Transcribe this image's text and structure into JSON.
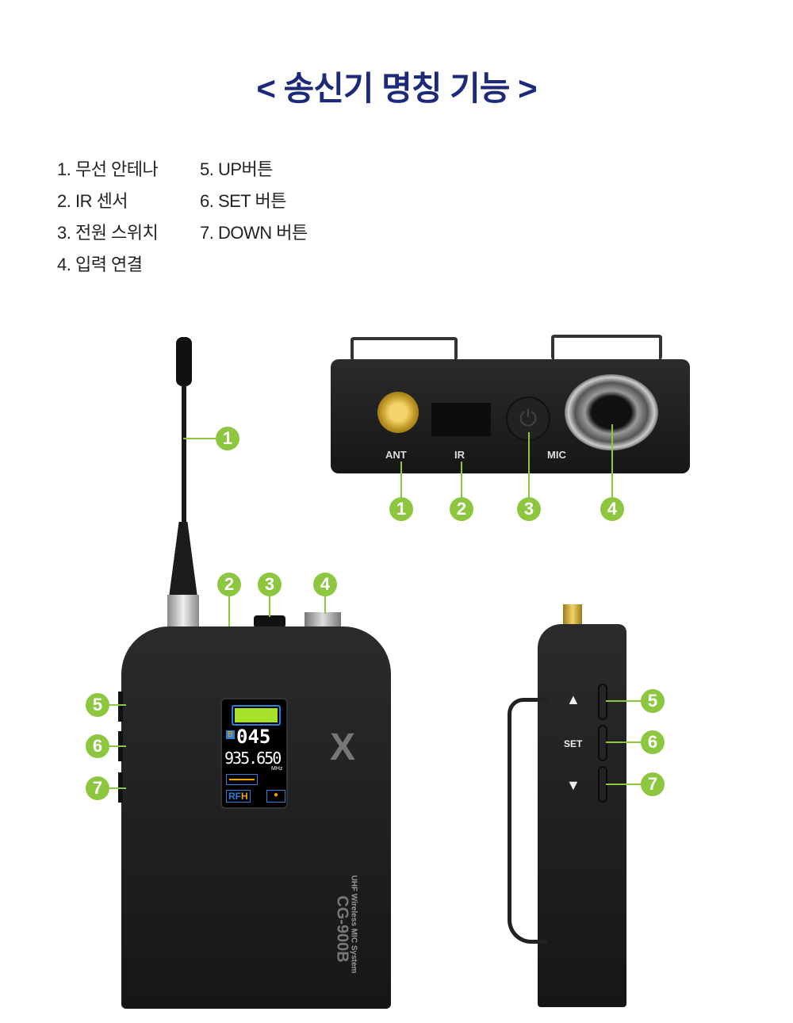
{
  "title": "< 송신기 명칭 기능 >",
  "parts": [
    {
      "n": "1",
      "label": "1. 무선 안테나"
    },
    {
      "n": "2",
      "label": "2. IR 센서"
    },
    {
      "n": "3",
      "label": "3. 전원 스위치"
    },
    {
      "n": "4",
      "label": "4. 입력 연결"
    },
    {
      "n": "5",
      "label": "5. UP버튼"
    },
    {
      "n": "6",
      "label": "6. SET 버튼"
    },
    {
      "n": "7",
      "label": "7. DOWN 버튼"
    }
  ],
  "top_view": {
    "ant": "ANT",
    "ir": "IR",
    "mic": "MIC"
  },
  "lcd": {
    "group": "B",
    "channel": "045",
    "freq": "935.650",
    "unit": "MHz",
    "rf": "RF",
    "rf_level": "H"
  },
  "device": {
    "logo": "X",
    "system": "UHF Wireless MIC System",
    "model": "CG-900B"
  },
  "side": {
    "set": "SET",
    "up": "▲",
    "down": "▼"
  },
  "colors": {
    "title": "#1d2a7a",
    "callout": "#8dc63f"
  }
}
